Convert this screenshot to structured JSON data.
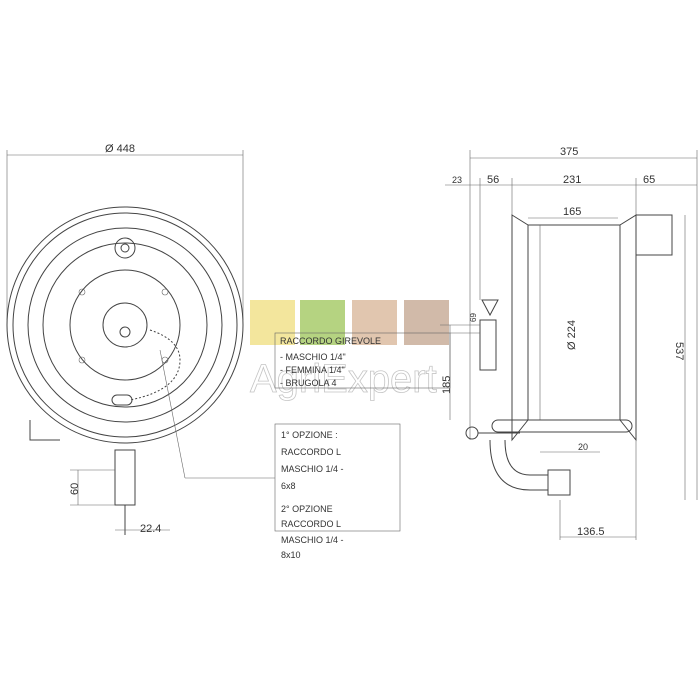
{
  "front_view": {
    "diameter_label": "Ø 448",
    "foot_height_label": "60",
    "pipe_width_label": "22.4"
  },
  "side_view": {
    "total_width_label": "375",
    "dims": [
      "23",
      "56",
      "231",
      "65"
    ],
    "drum_width_label": "165",
    "drum_diameter_label": "Ø 224",
    "total_height_label": "537",
    "inlet_height_label": "185",
    "inlet_offset_label": "69",
    "guide_label": "20",
    "outlet_label": "136.5"
  },
  "note_swivel": {
    "title": "RACCORDO GIREVOLE",
    "lines": [
      "- MASCHIO 1/4\"",
      "- FEMMINA 1/4\"",
      "- BRUGOLA 4"
    ]
  },
  "note_options": {
    "lines": [
      "1° OPZIONE :",
      "RACCORDO L",
      "MASCHIO 1/4 -",
      "6x8",
      "",
      "2° OPZIONE",
      "RACCORDO L",
      "MASCHIO 1/4 -",
      "8x10"
    ]
  },
  "watermark": {
    "text": "AgriExpert",
    "colors": [
      "#f2e28c",
      "#a9cc6c",
      "#dcbda2",
      "#c9ae9b"
    ]
  }
}
